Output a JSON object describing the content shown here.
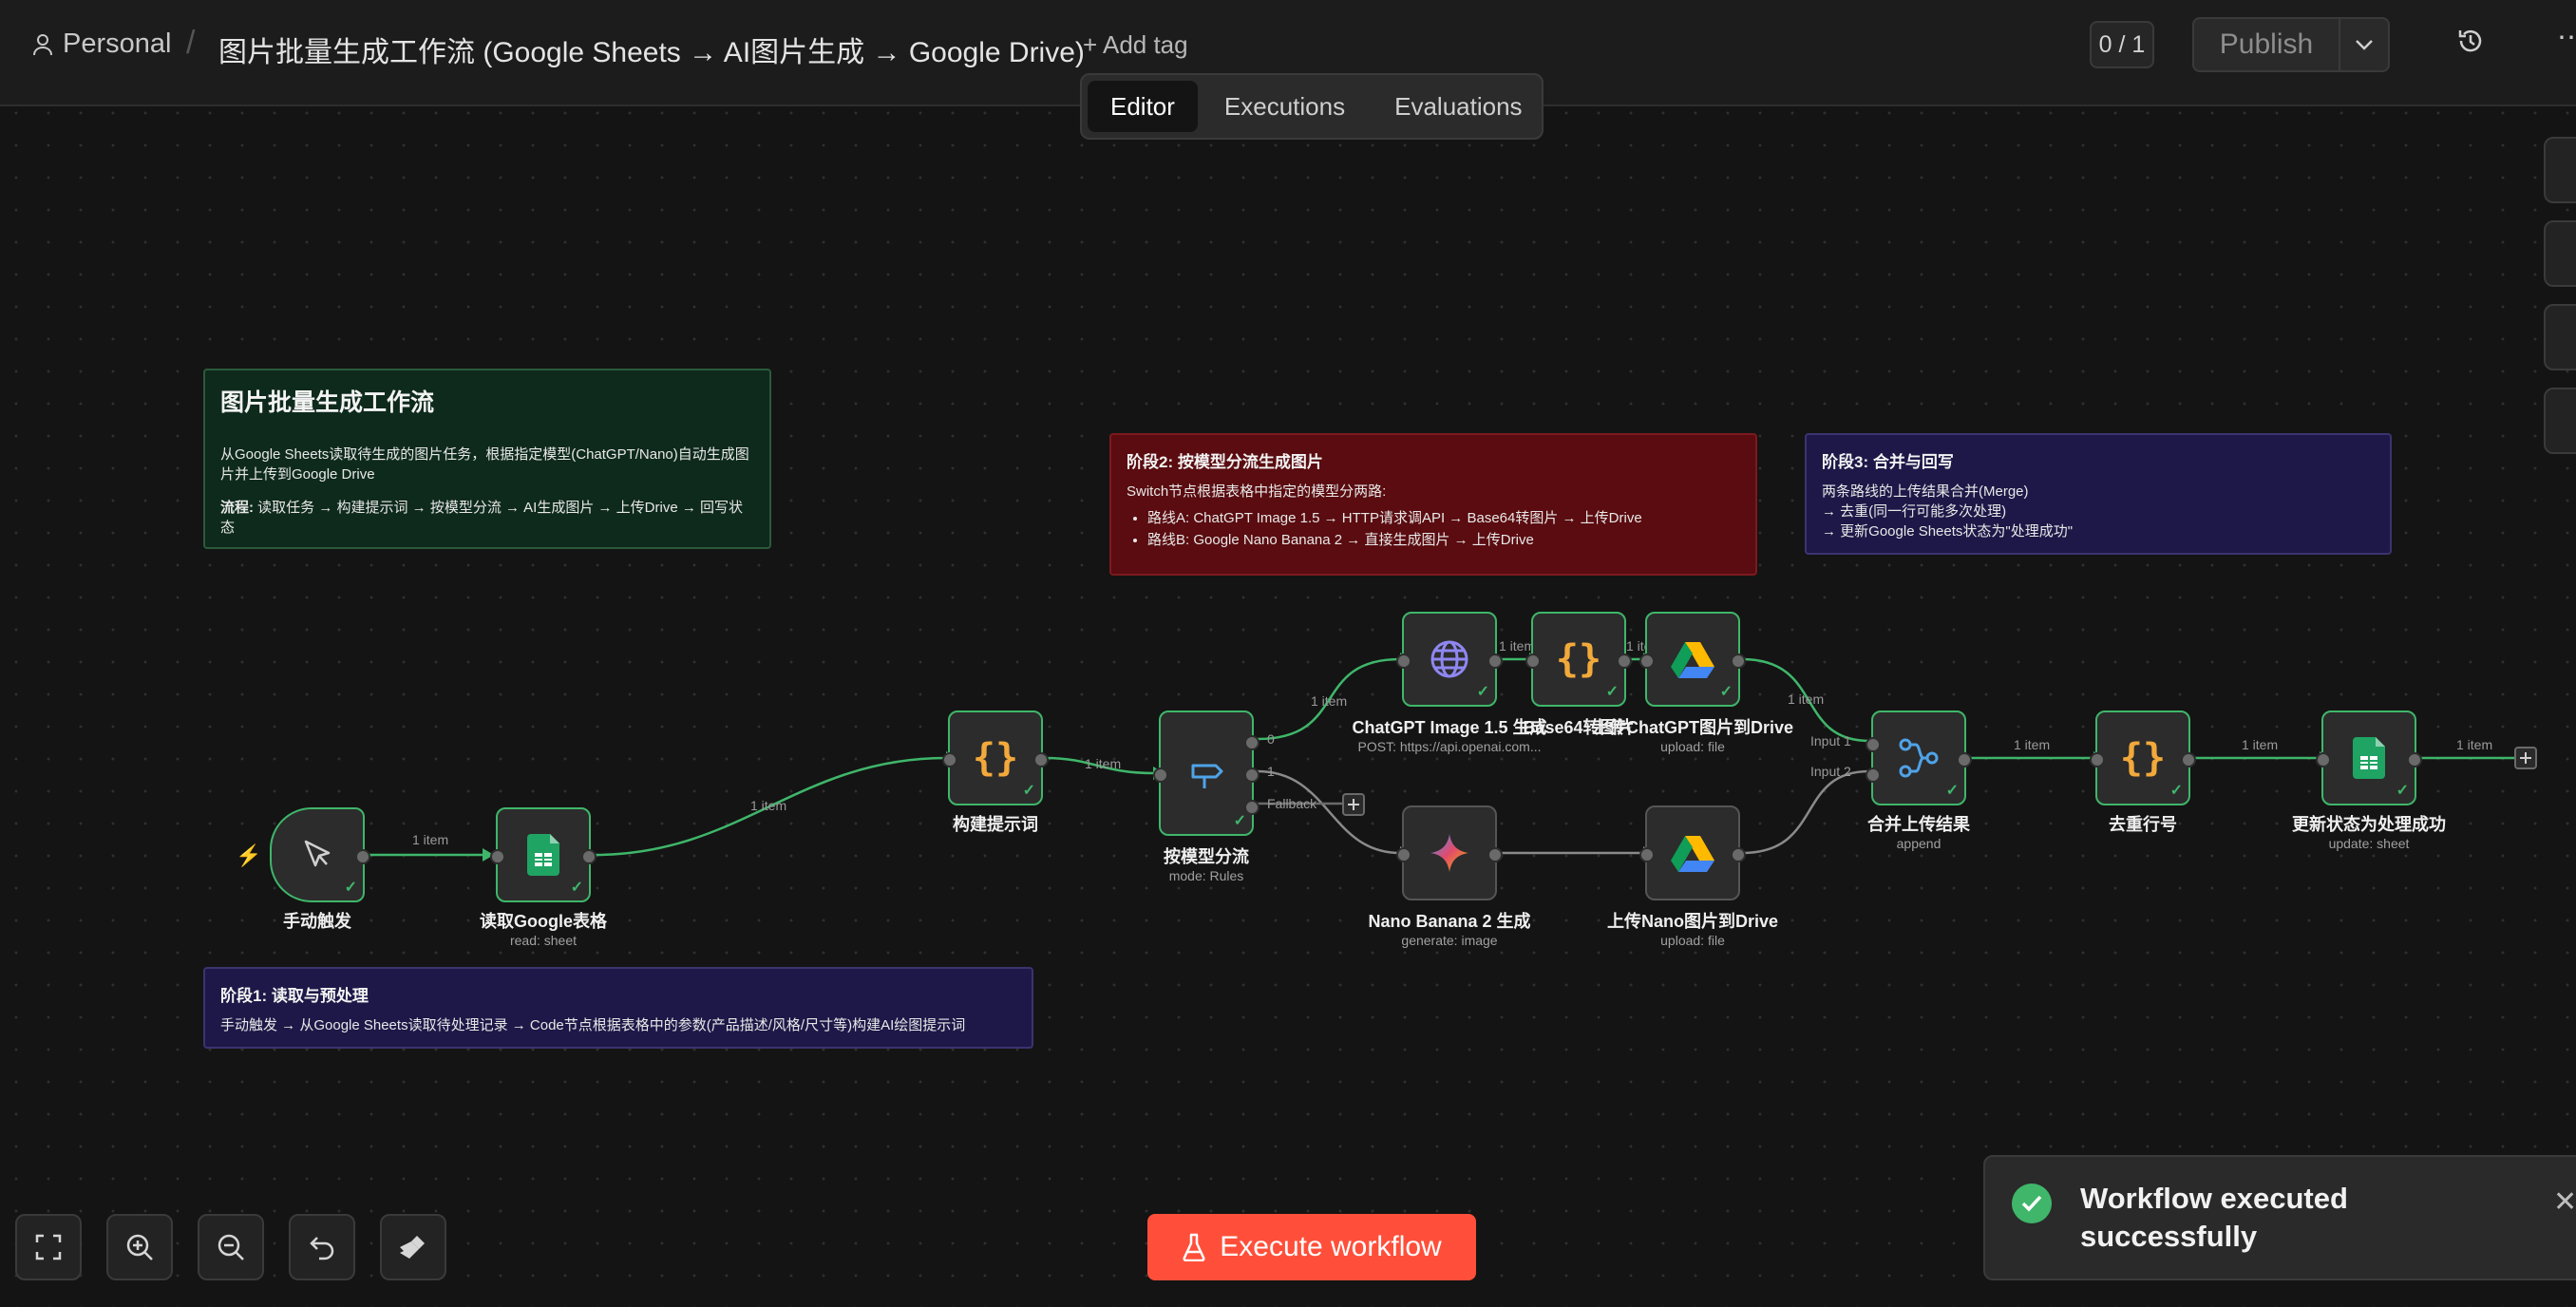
{
  "header": {
    "workspace": "Personal",
    "workflow_title": "图片批量生成工作流 (Google Sheets → AI图片生成 → Google Drive)",
    "add_tag": "+ Add tag",
    "version_counter": "0 / 1",
    "publish_label": "Publish"
  },
  "tabs": [
    {
      "label": "Editor",
      "active": true
    },
    {
      "label": "Executions",
      "active": false
    },
    {
      "label": "Evaluations",
      "active": false
    }
  ],
  "stickies": {
    "intro": {
      "title": "图片批量生成工作流",
      "line1": "从Google Sheets读取待生成的图片任务，根据指定模型(ChatGPT/Nano)自动生成图片并上传到Google Drive",
      "flow_label": "流程:",
      "flow_text": " 读取任务 → 构建提示词 → 按模型分流 → AI生成图片 → 上传Drive → 回写状态"
    },
    "stage1": {
      "title": "阶段1: 读取与预处理",
      "text": "手动触发 → 从Google Sheets读取待处理记录 → Code节点根据表格中的参数(产品描述/风格/尺寸等)构建AI绘图提示词"
    },
    "stage2": {
      "title": "阶段2: 按模型分流生成图片",
      "text": "Switch节点根据表格中指定的模型分两路:",
      "bullet1": "路线A: ChatGPT Image 1.5 → HTTP请求调API → Base64转图片 → 上传Drive",
      "bullet2": "路线B: Google Nano Banana 2 → 直接生成图片 → 上传Drive"
    },
    "stage3": {
      "title": "阶段3: 合并与回写",
      "line1": "两条路线的上传结果合并(Merge)",
      "line2": "→ 去重(同一行可能多次处理)",
      "line3": "→ 更新Google Sheets状态为\"处理成功\""
    }
  },
  "nodes": {
    "manual": {
      "label": "手动触发",
      "icon": "cursor-icon"
    },
    "read_sheet": {
      "label": "读取Google表格",
      "sub": "read: sheet",
      "icon": "google-sheets-icon"
    },
    "build_prompt": {
      "label": "构建提示词",
      "icon": "code-braces-icon"
    },
    "switch": {
      "label": "按模型分流",
      "sub": "mode: Rules",
      "icon": "signpost-icon"
    },
    "chatgpt": {
      "label": "ChatGPT Image 1.5 生成",
      "sub": "POST: https://api.openai.com...",
      "icon": "globe-icon"
    },
    "base64": {
      "label": "Base64转图片",
      "icon": "code-braces-icon"
    },
    "upload_chatgpt": {
      "label": "上传ChatGPT图片到Drive",
      "sub": "upload: file",
      "icon": "google-drive-icon"
    },
    "nano": {
      "label": "Nano Banana 2 生成",
      "sub": "generate: image",
      "icon": "gemini-sparkle-icon"
    },
    "upload_nano": {
      "label": "上传Nano图片到Drive",
      "sub": "upload: file",
      "icon": "google-drive-icon"
    },
    "merge": {
      "label": "合并上传结果",
      "sub": "append",
      "icon": "merge-icon"
    },
    "dedupe": {
      "label": "去重行号",
      "icon": "code-braces-icon"
    },
    "update": {
      "label": "更新状态为处理成功",
      "sub": "update: sheet",
      "icon": "google-sheets-icon"
    }
  },
  "edge_labels": {
    "e1": "1 item",
    "e2": "1 item",
    "e3": "1 item",
    "e4": "1 item",
    "e5": "1 item",
    "e6": "1 item",
    "e7": "1 item",
    "e8": "1 item",
    "e9": "1 item",
    "e10": "1 item",
    "switch_out0": "0",
    "switch_out1": "1",
    "switch_fallback": "Fallback",
    "merge_in1": "Input 1",
    "merge_in2": "Input 2"
  },
  "footer": {
    "execute_label": "Execute workflow"
  },
  "toast": {
    "message": "Workflow executed successfully",
    "status_color": "#3fb66a"
  },
  "colors": {
    "accent": "#ff4f3a",
    "success": "#3fb66a",
    "canvas_bg": "#141414"
  }
}
